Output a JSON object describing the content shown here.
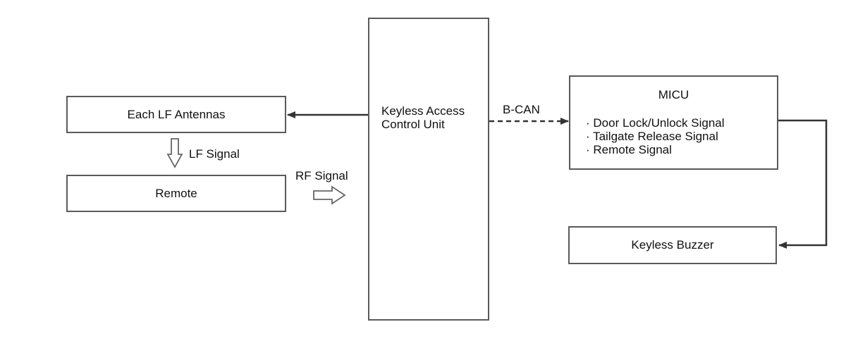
{
  "diagram": {
    "nodes": {
      "antennas": {
        "label": "Each LF Antennas"
      },
      "remote": {
        "label": "Remote"
      },
      "kacu": {
        "line1": "Keyless Access",
        "line2": "Control Unit"
      },
      "micu": {
        "title": "MICU",
        "items": [
          "· Door Lock/Unlock Signal",
          "· Tailgate Release Signal",
          "· Remote Signal"
        ]
      },
      "buzzer": {
        "label": "Keyless Buzzer"
      }
    },
    "connections": {
      "lf_signal": {
        "label": "LF Signal",
        "from": "antennas",
        "to": "remote",
        "style": "hollow-arrow"
      },
      "rf_signal": {
        "label": "RF Signal",
        "from": "remote",
        "to": "kacu",
        "style": "hollow-arrow"
      },
      "kacu_to_antennas": {
        "from": "kacu",
        "to": "antennas",
        "style": "solid"
      },
      "b_can": {
        "label": "B-CAN",
        "from": "kacu",
        "to": "micu",
        "style": "dashed"
      },
      "micu_to_buzzer": {
        "from": "micu",
        "to": "buzzer",
        "style": "solid-elbow"
      }
    },
    "colors": {
      "line": "#333333",
      "box_border": "#5a5a5a",
      "hollow_arrow": "#666666"
    }
  }
}
